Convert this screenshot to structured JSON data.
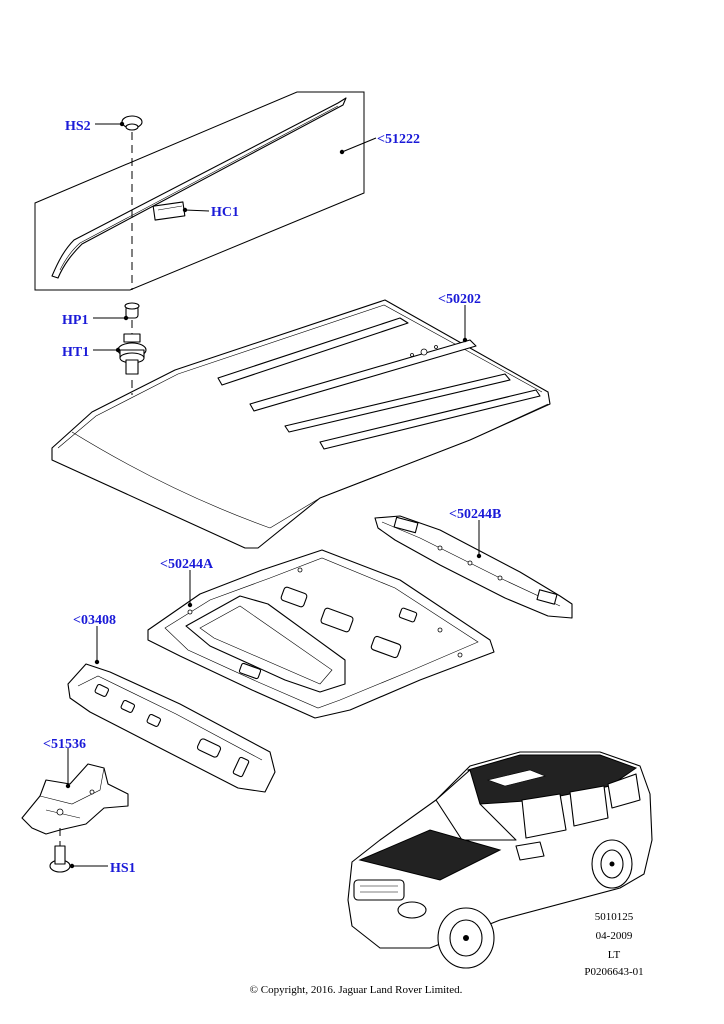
{
  "callouts": {
    "hs2": "HS2",
    "c51222": "<51222",
    "hc1": "HC1",
    "c50202": "<50202",
    "hp1": "HP1",
    "ht1": "HT1",
    "c50244b": "<50244B",
    "c50244a": "<50244A",
    "c03408": "<03408",
    "c51536": "<51536",
    "hs1": "HS1"
  },
  "meta": {
    "line1": "5010125",
    "line2": "04-2009",
    "line3": "LT",
    "line4": "P0206643-01"
  },
  "copyright": "© Copyright, 2016. Jaguar Land Rover Limited."
}
